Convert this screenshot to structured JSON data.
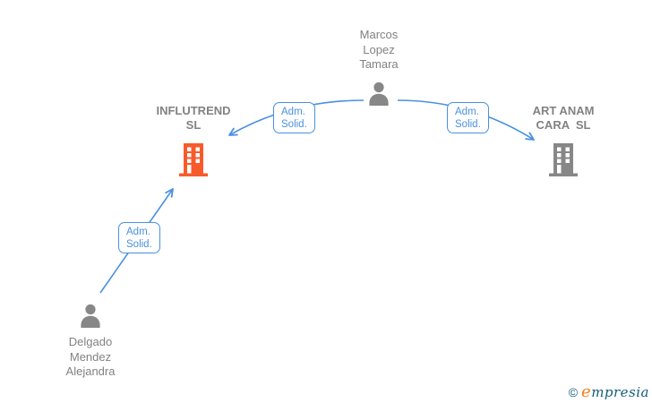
{
  "nodes": {
    "marcos": {
      "type": "person",
      "line1": "Marcos",
      "line2": "Lopez",
      "line3": "Tamara"
    },
    "influtrend": {
      "type": "company",
      "line1": "INFLUTREND",
      "line2": "SL"
    },
    "artanam": {
      "type": "company",
      "line1": "ART ANAM",
      "line2": "CARA  SL"
    },
    "delgado": {
      "type": "person",
      "line1": "Delgado",
      "line2": "Mendez",
      "line3": "Alejandra"
    }
  },
  "edges": {
    "marcos_to_influtrend": {
      "line1": "Adm.",
      "line2": "Solid."
    },
    "marcos_to_artanam": {
      "line1": "Adm.",
      "line2": "Solid."
    },
    "delgado_to_influtrend": {
      "line1": "Adm.",
      "line2": "Solid."
    }
  },
  "footer": {
    "copyright": "©",
    "brand_initial": "e",
    "brand_rest": "mpresia"
  },
  "colors": {
    "arrow_blue": "#4a90e2",
    "edge_label_blue": "#4a90e2",
    "company_orange": "#f75b2b",
    "icon_gray": "#878787",
    "text_gray": "#828282",
    "logo_teal": "#0f5e79",
    "logo_orange": "#ef8122"
  }
}
